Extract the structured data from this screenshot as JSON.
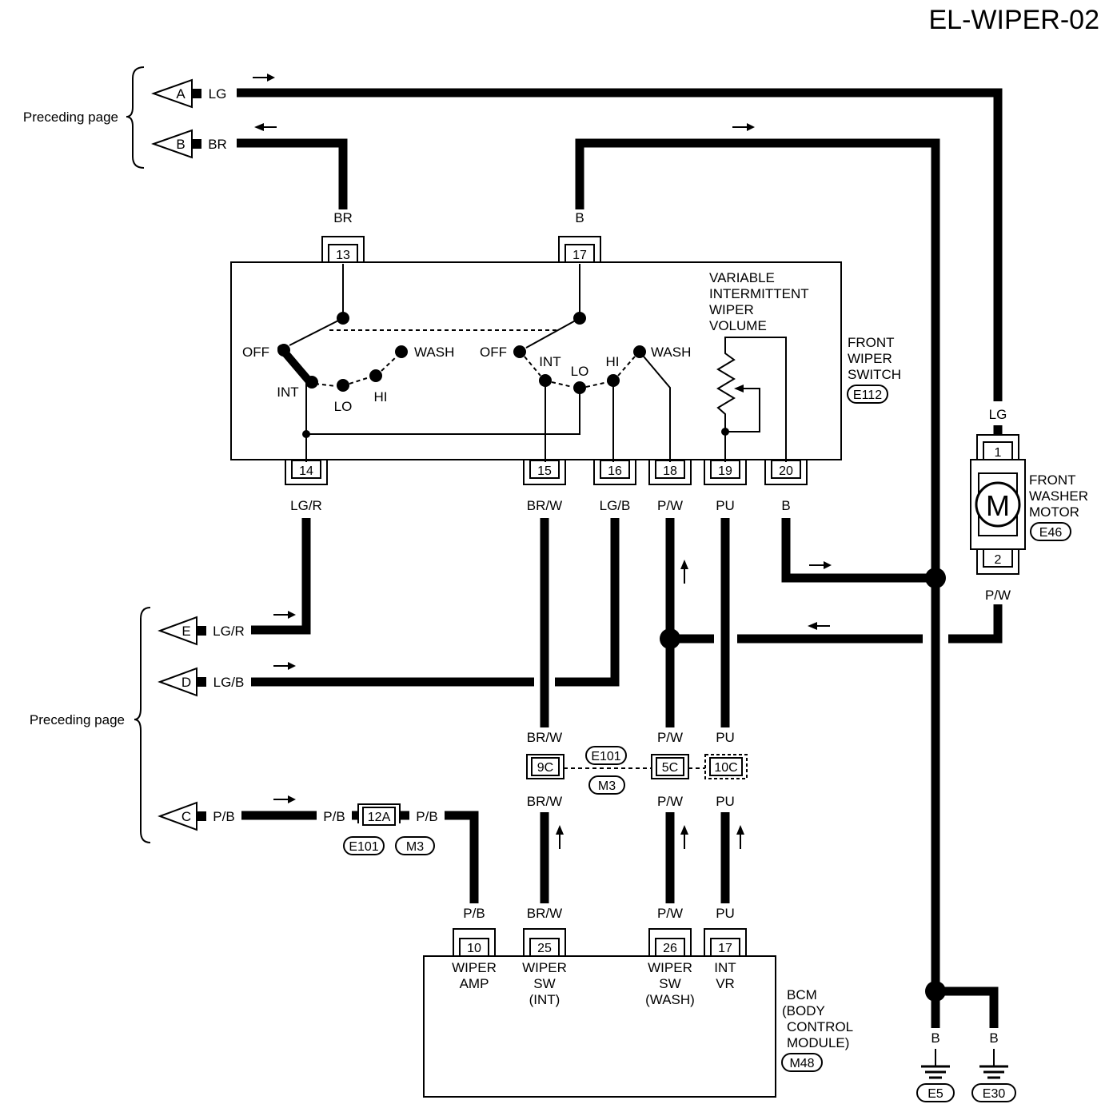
{
  "title": "EL-WIPER-02",
  "preceding_page": "Preceding page",
  "wire_colors": {
    "lg": "LG",
    "br": "BR",
    "b": "B",
    "lgr": "LG/R",
    "brw": "BR/W",
    "lgb": "LG/B",
    "pw": "P/W",
    "pu": "PU",
    "pb": "P/B"
  },
  "connector_ids": {
    "a": "A",
    "b": "B",
    "c": "C",
    "d": "D",
    "e": "E"
  },
  "switch": {
    "name_l1": "FRONT",
    "name_l2": "WIPER",
    "name_l3": "SWITCH",
    "code": "E112",
    "positions": {
      "off": "OFF",
      "int": "INT",
      "lo": "LO",
      "hi": "HI",
      "wash": "WASH"
    },
    "volume_l1": "VARIABLE",
    "volume_l2": "INTERMITTENT",
    "volume_l3": "WIPER",
    "volume_l4": "VOLUME",
    "pins": {
      "p13": "13",
      "p17": "17",
      "p14": "14",
      "p15": "15",
      "p16": "16",
      "p18": "18",
      "p19": "19",
      "p20": "20"
    }
  },
  "motor": {
    "name_l1": "FRONT",
    "name_l2": "WASHER",
    "name_l3": "MOTOR",
    "code": "E46",
    "symbol": "M",
    "pins": {
      "p1": "1",
      "p2": "2"
    }
  },
  "joint": {
    "code1": "E101",
    "code2": "M3",
    "pins": {
      "p9c": "9C",
      "p5c": "5C",
      "p10c": "10C",
      "p12a": "12A"
    }
  },
  "bcm": {
    "name_l1": "BCM",
    "name_l2": "(BODY",
    "name_l3": "CONTROL",
    "name_l4": "MODULE)",
    "code": "M48",
    "pins": {
      "p10": "10",
      "p25": "25",
      "p26": "26",
      "p17": "17"
    },
    "t_wiper_amp_l1": "WIPER",
    "t_wiper_amp_l2": "AMP",
    "t_wiper_sw_int_l1": "WIPER",
    "t_wiper_sw_int_l2": "SW",
    "t_wiper_sw_int_l3": "(INT)",
    "t_wiper_sw_wash_l1": "WIPER",
    "t_wiper_sw_wash_l2": "SW",
    "t_wiper_sw_wash_l3": "(WASH)",
    "t_int_vr_l1": "INT",
    "t_int_vr_l2": "VR"
  },
  "grounds": {
    "g1": "E5",
    "g2": "E30"
  }
}
